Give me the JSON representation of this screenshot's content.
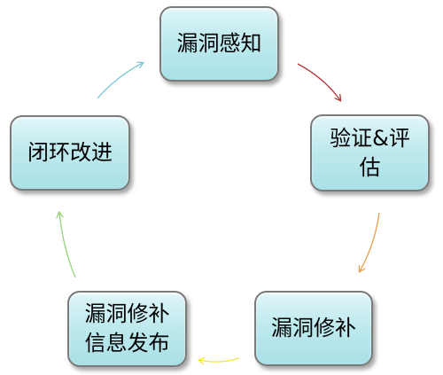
{
  "nodes": {
    "perceive": "漏洞感知",
    "verify_line1": "验证&评",
    "verify_line2": "估",
    "patch": "漏洞修补",
    "release_line1": "漏洞修补",
    "release_line2": "信息发布",
    "close": "闭环改进"
  },
  "colors": {
    "node_fill": "#bfeaee",
    "node_border": "#7a7a7a",
    "arrow_perceive_to_verify": "#b03a3a",
    "arrow_verify_to_patch": "#e8a050",
    "arrow_patch_to_release": "#f2e640",
    "arrow_release_to_close": "#96d27a",
    "arrow_close_to_perceive": "#7ec6d6"
  }
}
